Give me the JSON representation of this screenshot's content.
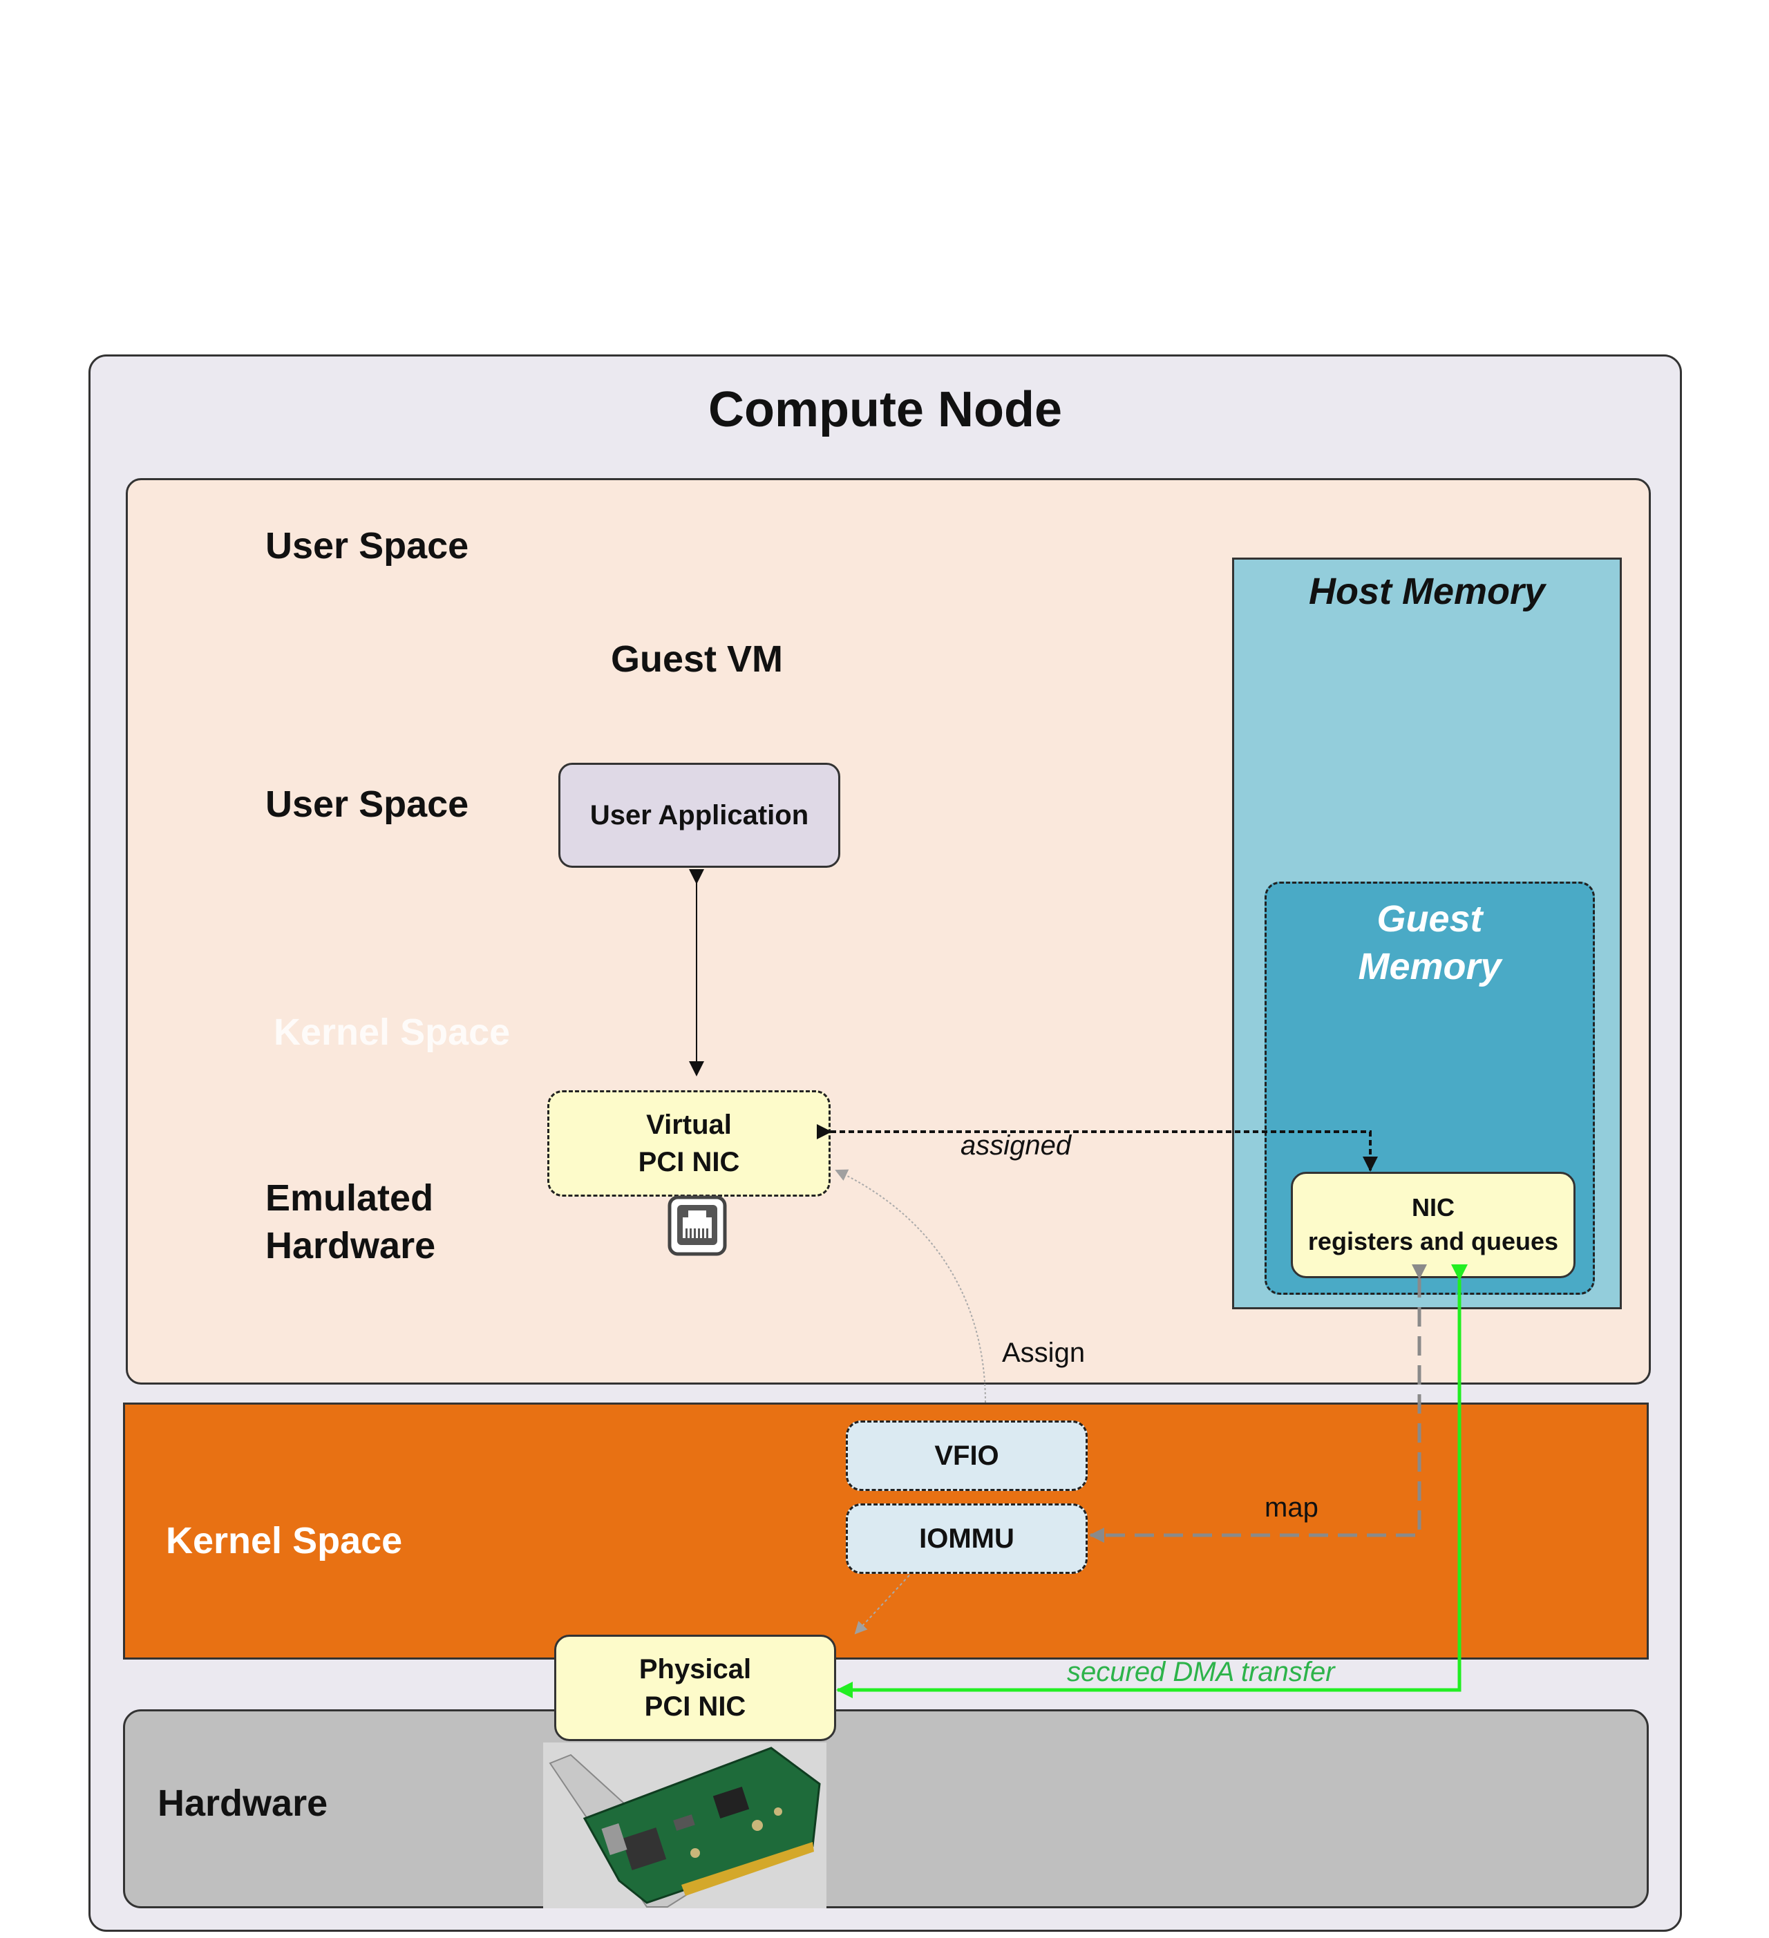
{
  "diagram": {
    "title": "Compute Node",
    "regions": {
      "user_space_top": "User Space",
      "guest_vm": "Guest VM",
      "user_space_guest": "User Space",
      "kernel_space_guest": "Kernel Space",
      "emulated_hardware": "Emulated\nHardware",
      "kernel_space_host": "Kernel Space",
      "hardware": "Hardware",
      "host_memory": "Host Memory",
      "guest_memory": "Guest\nMemory"
    },
    "boxes": {
      "user_application": "User Application",
      "virtual_pci_nic": "Virtual\nPCI NIC",
      "nic_registers": "NIC\nregisters  and queues",
      "vfio": "VFIO",
      "iommu": "IOMMU",
      "physical_pci_nic": "Physical\nPCI NIC"
    },
    "edges": {
      "assigned": "assigned",
      "assign": "Assign",
      "map": "map",
      "dma": "secured DMA transfer"
    },
    "icons": {
      "ethernet_port": "ethernet-port-icon",
      "nic_card_photo": "network-interface-card-image"
    },
    "colors": {
      "node_bg": "#ebe9f0",
      "user_space_bg": "#fae8dc",
      "kernel_space_bg": "#e87113",
      "hardware_bg": "#bfbfbf",
      "host_memory_bg": "#93cddb",
      "guest_memory_bg": "#4aaac6",
      "nic_box_bg": "#fdfbca",
      "kernel_box_bg": "#dbeaf2",
      "app_box_bg": "#dfd9e6",
      "dma_green": "#22ee22"
    }
  }
}
